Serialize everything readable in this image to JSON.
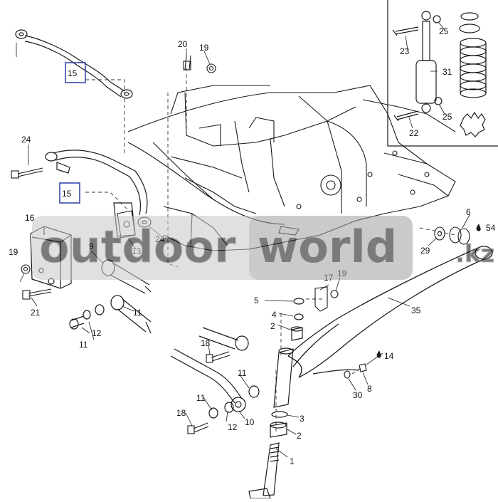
{
  "diagram": {
    "callouts": {
      "c1": "1",
      "c2a": "2",
      "c2b": "2",
      "c3": "3",
      "c4": "4",
      "c5": "5",
      "c6": "6",
      "c8": "8",
      "c9": "9",
      "c10": "10",
      "c11a": "11",
      "c11b": "11",
      "c11c": "11",
      "c11d": "11",
      "c12a": "12",
      "c12b": "12",
      "c13": "13",
      "c14": "14",
      "c15a": "15",
      "c15b": "15",
      "c16": "16",
      "c17": "17",
      "c18a": "18",
      "c18b": "18",
      "c19a": "19",
      "c19b": "19",
      "c19c": "19",
      "c20": "20",
      "c21": "21",
      "c22": "22",
      "c23": "23",
      "c24a": "24",
      "c24b": "24",
      "c25a": "25",
      "c25b": "25",
      "c29": "29",
      "c30": "30",
      "c31": "31",
      "c35": "35",
      "c54": "54"
    }
  },
  "watermark": {
    "text_left": "outdoor",
    "text_right": "world",
    "suffix": ".kz"
  },
  "colors": {
    "line": "#1a1a1a",
    "dash": "#333333",
    "box": "#2b3fa8",
    "watermark_fill": "#9a9a9a",
    "watermark_accent": "#f2a23a"
  }
}
